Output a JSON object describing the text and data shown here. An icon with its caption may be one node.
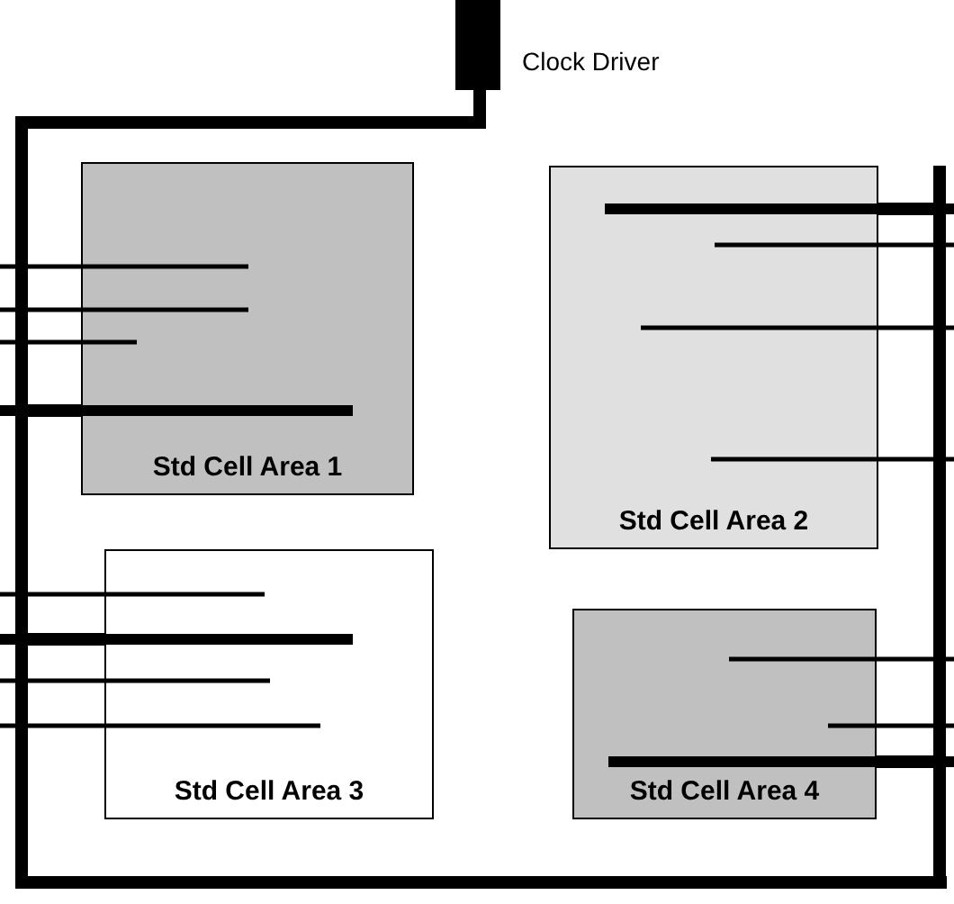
{
  "diagram": {
    "nodes": [
      {
        "text": [],
        "shape": "box",
        "beside": [
          "Clock Driver"
        ]
      },
      {
        "text": [
          "Std Cell Area 1"
        ]
      },
      {
        "text": [
          "Std Cell Area 2"
        ]
      },
      {
        "text": [
          "Std Cell Area 3"
        ]
      },
      {
        "text": [
          "Std Cell Area 4"
        ]
      }
    ],
    "edges": [
      {
        "from": 0,
        "to": 1,
        "arrow": "none"
      },
      {
        "from": 0,
        "to": 2,
        "arrow": "none"
      },
      {
        "from": 0,
        "to": 3,
        "arrow": "none"
      },
      {
        "from": 0,
        "to": 4,
        "arrow": "none"
      }
    ]
  }
}
